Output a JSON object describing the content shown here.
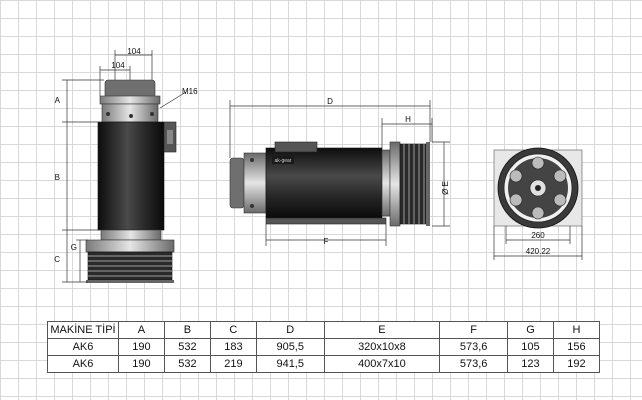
{
  "dimensions": {
    "top_width_outer": "104",
    "top_width_inner": "104",
    "thread": "M16",
    "A": "A",
    "B": "B",
    "C": "C",
    "G": "G",
    "D": "D",
    "H": "H",
    "F": "F",
    "E": "Ø E",
    "inner_diameter": "260",
    "outer_width": "420.22"
  },
  "logo_text": "ak-gear",
  "table": {
    "headers": [
      "MAKİNE TİPİ",
      "A",
      "B",
      "C",
      "D",
      "E",
      "F",
      "G",
      "H"
    ],
    "rows": [
      [
        "AK6",
        "190",
        "532",
        "183",
        "905,5",
        "320x10x8",
        "573,6",
        "105",
        "156"
      ],
      [
        "AK6",
        "190",
        "532",
        "219",
        "941,5",
        "400x7x10",
        "573,6",
        "123",
        "192"
      ]
    ]
  }
}
